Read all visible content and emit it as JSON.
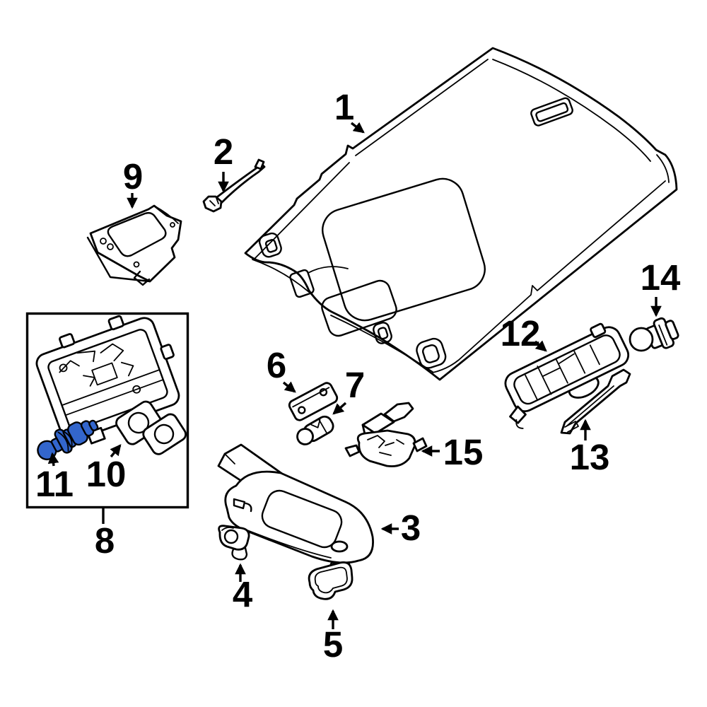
{
  "diagram": {
    "background_color": "#ffffff",
    "line_color": "#000000",
    "highlight_color": "#3366cc",
    "callouts": [
      {
        "number": "1"
      },
      {
        "number": "2"
      },
      {
        "number": "3"
      },
      {
        "number": "4"
      },
      {
        "number": "5"
      },
      {
        "number": "6"
      },
      {
        "number": "7"
      },
      {
        "number": "8"
      },
      {
        "number": "9"
      },
      {
        "number": "10"
      },
      {
        "number": "11"
      },
      {
        "number": "12"
      },
      {
        "number": "13"
      },
      {
        "number": "14"
      },
      {
        "number": "15"
      }
    ]
  }
}
